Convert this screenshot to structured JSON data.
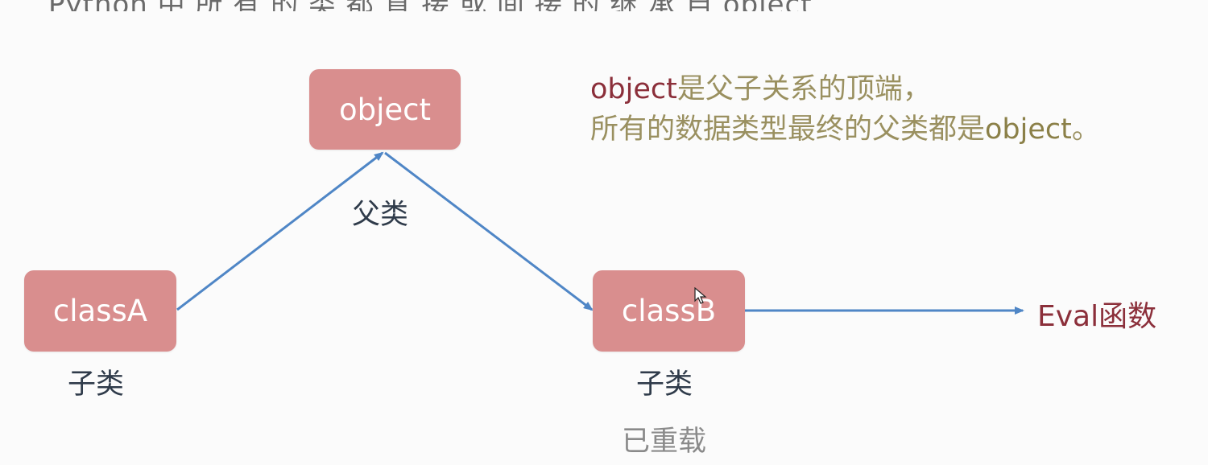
{
  "top_text": "Python 中 所 有 的 类 都 直 接 或 间 接 的 继 承 自 object",
  "nodes": {
    "classA": "classA",
    "object": "object",
    "classB": "classB"
  },
  "labels": {
    "classA_sub": "子类",
    "object_sub": "父类",
    "classB_sub": "子类",
    "classB_override": "已重载"
  },
  "note": {
    "line1_kw": "object",
    "line1_rest": "是父子关系的顶端，",
    "line2_start": "所有的数据类型最终的父类都是",
    "line2_kw": "object",
    "line2_end": "。"
  },
  "eval_label": "Eval函数",
  "colors": {
    "node_fill": "#d98e8e",
    "arrow": "#4f86c6",
    "keyword": "#8b2f3a",
    "note_text": "#9a9060",
    "label_text": "#2f3b4a"
  }
}
